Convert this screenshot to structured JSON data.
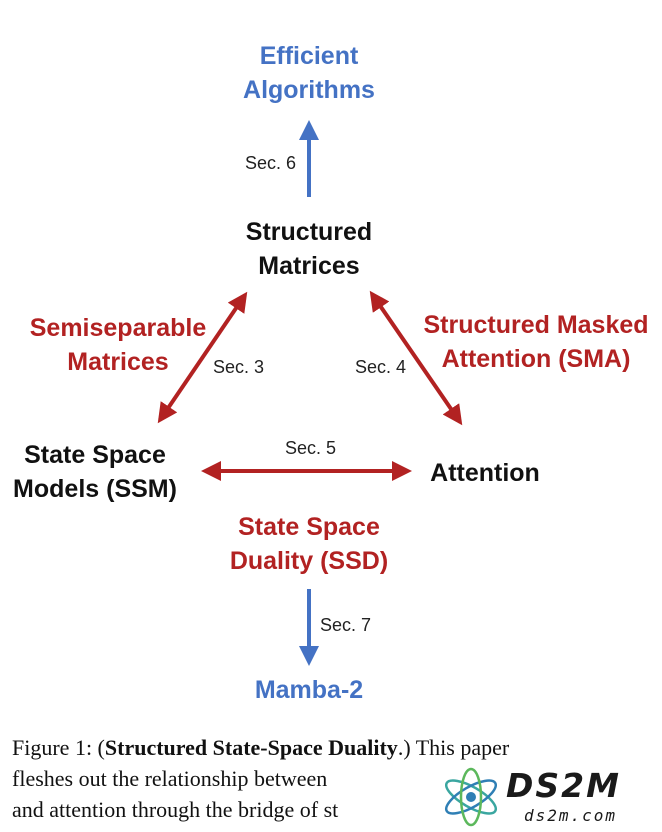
{
  "nodes": {
    "efficient_algorithms": [
      "Efficient",
      "Algorithms"
    ],
    "structured_matrices": [
      "Structured",
      "Matrices"
    ],
    "ssm": [
      "State Space",
      "Models (SSM)"
    ],
    "attention": "Attention",
    "mamba2": "Mamba-2"
  },
  "edge_labels": {
    "semiseparable": [
      "Semiseparable",
      "Matrices"
    ],
    "sma": [
      "Structured Masked",
      "Attention (SMA)"
    ],
    "ssd": [
      "State Space",
      "Duality (SSD)"
    ]
  },
  "sections": {
    "sec6": "Sec. 6",
    "sec3": "Sec. 3",
    "sec4": "Sec. 4",
    "sec5": "Sec. 5",
    "sec7": "Sec. 7"
  },
  "colors": {
    "blue": "#4472c4",
    "red": "#b22222"
  },
  "caption": {
    "prefix": "Figure 1: (",
    "bold": "Structured State-Space Duality",
    "suffix": ".) This paper",
    "line2": "fleshes out the relationship between",
    "line3": "and attention through the bridge of st"
  },
  "logo": {
    "text": "DS2M",
    "subtext": "ds2m.com"
  }
}
